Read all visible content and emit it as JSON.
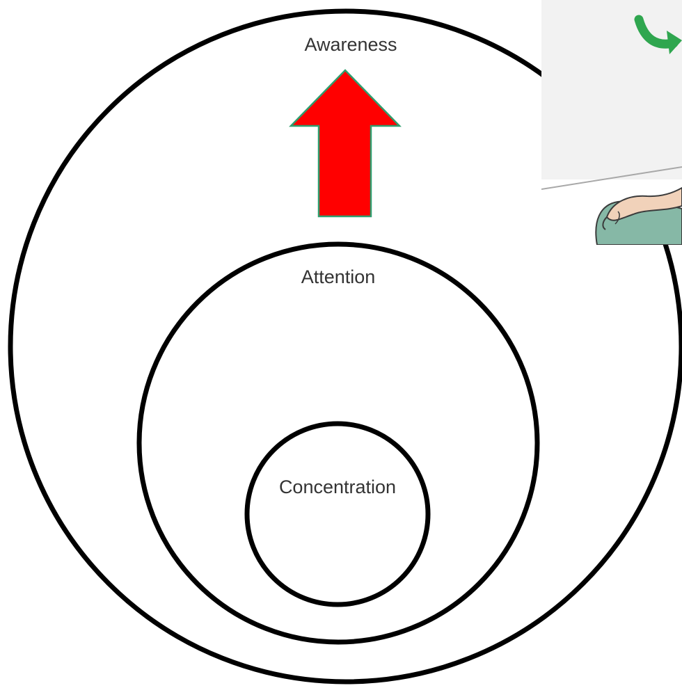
{
  "diagram": {
    "rings": [
      {
        "id": "awareness",
        "label": "Awareness"
      },
      {
        "id": "attention",
        "label": "Attention"
      },
      {
        "id": "concentration",
        "label": "Concentration"
      }
    ],
    "arrow": {
      "direction": "up",
      "fill_color": "#ff0000",
      "outline_color": "#2e9e6e"
    }
  },
  "inset_image": {
    "content": "illustration of a hand resting on a knee with a green curved arrow",
    "arrow_color": "#2fa64f",
    "background_color": "#f2f2f2",
    "skin_color": "#f1d2ba",
    "cloth_color": "#86b8a6"
  }
}
